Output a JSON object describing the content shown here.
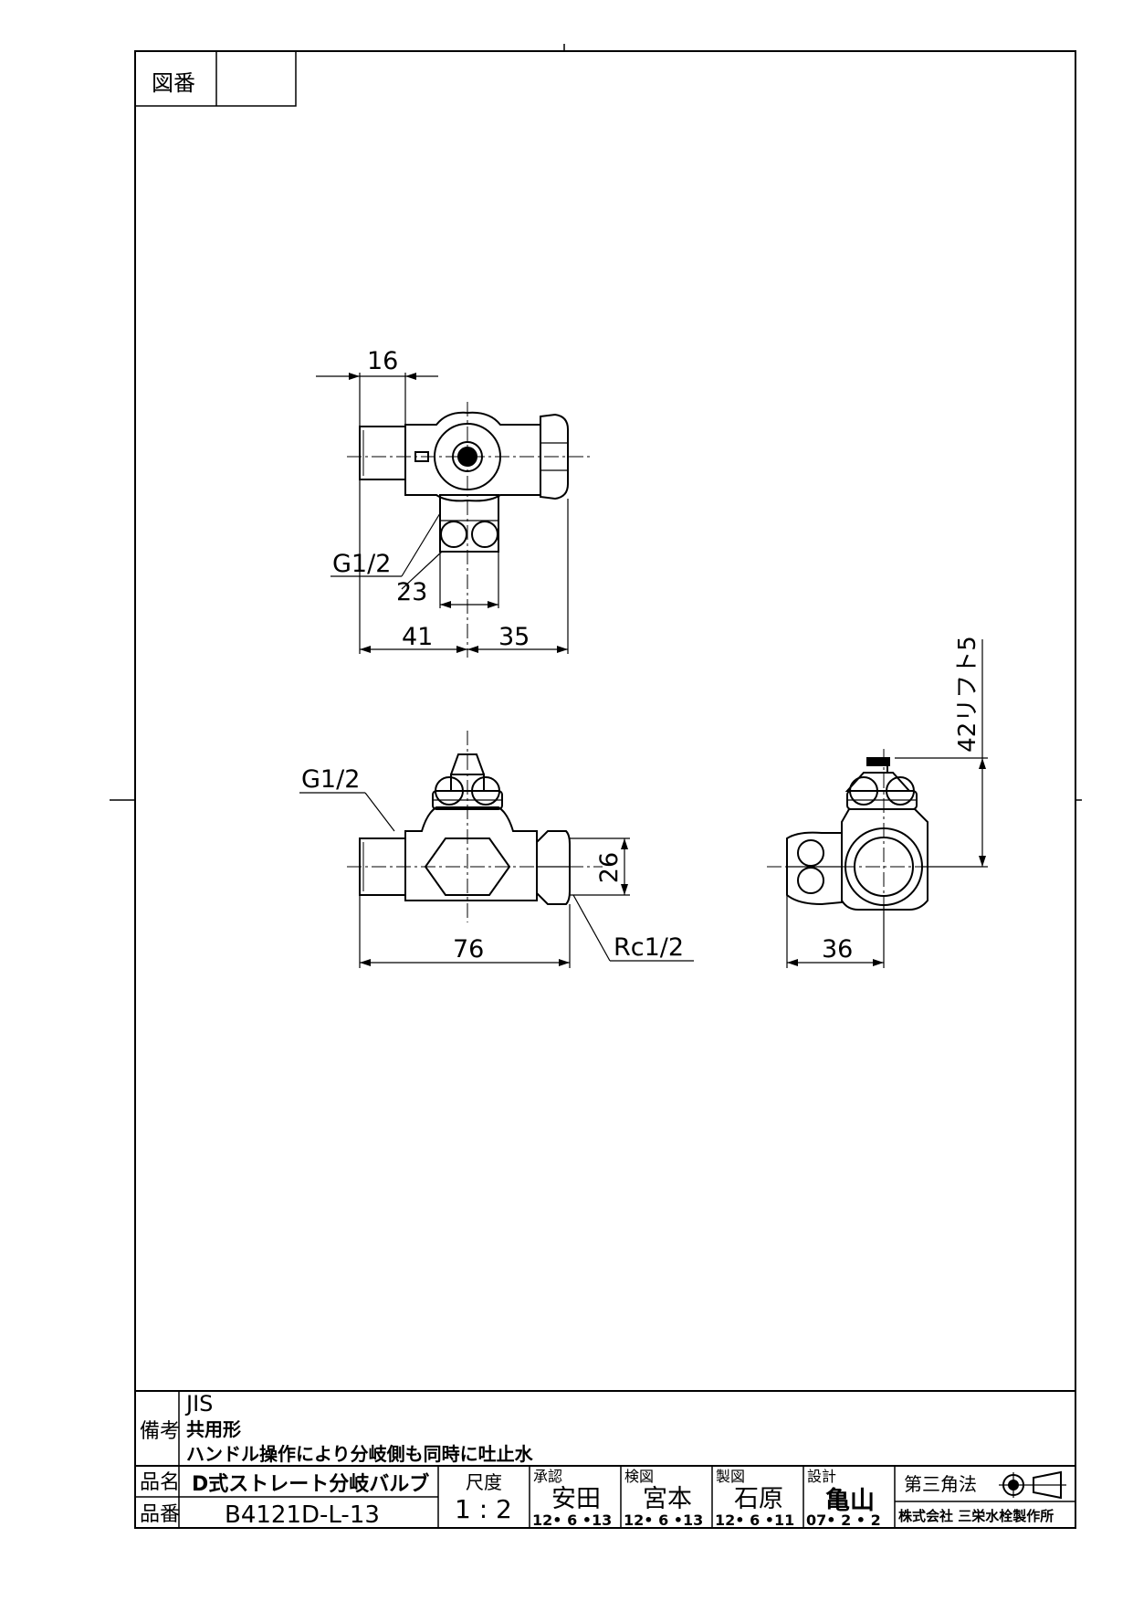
{
  "drawing_number_label": "図番",
  "drawing_number_value": "",
  "views": {
    "top": {
      "dim_16": "16",
      "thread_label": "G1/2",
      "dim_23": "23",
      "dim_41": "41",
      "dim_35": "35"
    },
    "front": {
      "thread_label": "G1/2",
      "dim_26": "26",
      "dim_76": "76",
      "thread_label_rc": "Rc1/2"
    },
    "side": {
      "dim_42": "42リフト5",
      "dim_36": "36"
    }
  },
  "title_block": {
    "remarks_label": "備考",
    "remarks": [
      "JIS",
      "共用形",
      "ハンドル操作により分岐側も同時に吐止水"
    ],
    "product_name_label": "品名",
    "product_name": "D式ストレート分岐バルブ",
    "product_number_label": "品番",
    "product_number": "B4121D-L-13",
    "scale_label": "尺度",
    "scale": "1 : 2",
    "approval": [
      {
        "role": "承認",
        "name": "安田",
        "date": "12• 6 •13"
      },
      {
        "role": "検図",
        "name": "宮本",
        "date": "12• 6 •13"
      },
      {
        "role": "製図",
        "name": "石原",
        "date": "12• 6 •11"
      },
      {
        "role": "設計",
        "name": "亀山",
        "date": "07• 2 • 2"
      }
    ],
    "projection": "第三角法",
    "company": "株式会社 三栄水栓製作所"
  }
}
